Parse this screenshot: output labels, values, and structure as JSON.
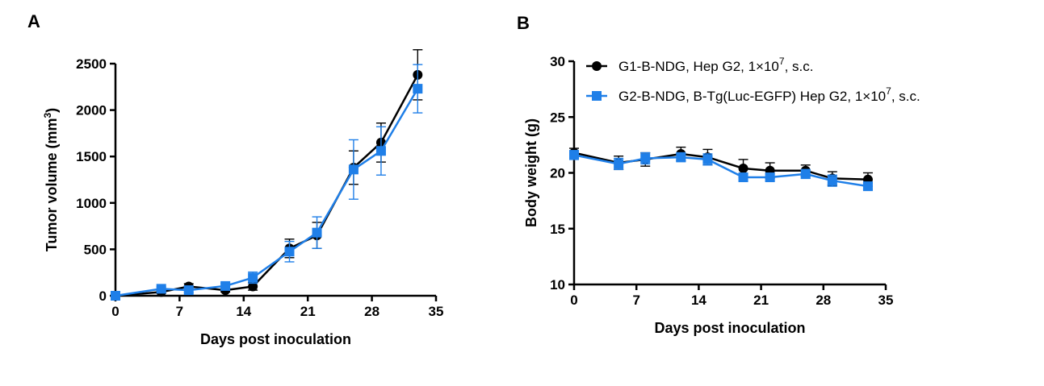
{
  "panel_labels": {
    "a": "A",
    "b": "B"
  },
  "colors": {
    "g1": "#000000",
    "g2": "#1f7fe8"
  },
  "legend": {
    "g1": {
      "prefix": "G1-B-NDG, Hep G2, 1×10",
      "exponent": "7",
      "suffix": ", s.c."
    },
    "g2": {
      "prefix": "G2-B-NDG, B-Tg(Luc-EGFP) Hep G2, 1×10",
      "exponent": "7",
      "suffix": ", s.c."
    }
  },
  "chart_data": [
    {
      "type": "line",
      "panel": "A",
      "xlabel": "Days post inoculation",
      "ylabel": {
        "text": "Tumor volume (mm",
        "superscript": "3",
        "close": ")"
      },
      "xlim": [
        0,
        35
      ],
      "ylim": [
        0,
        2500
      ],
      "xticks": [
        0,
        7,
        14,
        21,
        28,
        35
      ],
      "yticks": [
        0,
        500,
        1000,
        1500,
        2000,
        2500
      ],
      "series": [
        {
          "key": "g1",
          "marker": "circle",
          "x": [
            0,
            5,
            8,
            12,
            15,
            19,
            22,
            26,
            29,
            33
          ],
          "y": [
            0,
            40,
            100,
            60,
            100,
            510,
            650,
            1380,
            1650,
            2380
          ],
          "err": [
            0,
            15,
            30,
            20,
            40,
            100,
            140,
            180,
            210,
            270
          ]
        },
        {
          "key": "g2",
          "marker": "square",
          "x": [
            0,
            5,
            8,
            12,
            15,
            19,
            22,
            26,
            29,
            33
          ],
          "y": [
            0,
            75,
            60,
            105,
            195,
            475,
            680,
            1360,
            1560,
            2230
          ],
          "err": [
            0,
            20,
            25,
            30,
            60,
            110,
            170,
            320,
            260,
            260
          ]
        }
      ]
    },
    {
      "type": "line",
      "panel": "B",
      "xlabel": "Days post inoculation",
      "ylabel": {
        "text": "Body weight (g)"
      },
      "xlim": [
        0,
        35
      ],
      "ylim": [
        10,
        30
      ],
      "xticks": [
        0,
        7,
        14,
        21,
        28,
        35
      ],
      "yticks": [
        10,
        15,
        20,
        25,
        30
      ],
      "series": [
        {
          "key": "g1",
          "marker": "circle",
          "x": [
            0,
            5,
            8,
            12,
            15,
            19,
            22,
            26,
            29,
            33
          ],
          "y": [
            21.8,
            20.9,
            21.2,
            21.7,
            21.4,
            20.4,
            20.2,
            20.2,
            19.5,
            19.4
          ],
          "err": [
            0.4,
            0.6,
            0.6,
            0.6,
            0.7,
            0.8,
            0.7,
            0.5,
            0.6,
            0.6
          ]
        },
        {
          "key": "g2",
          "marker": "square",
          "x": [
            0,
            5,
            8,
            12,
            15,
            19,
            22,
            26,
            29,
            33
          ],
          "y": [
            21.6,
            20.8,
            21.3,
            21.4,
            21.2,
            19.6,
            19.6,
            19.9,
            19.3,
            18.8
          ],
          "err": [
            0.4,
            0.5,
            0.5,
            0.4,
            0.5,
            0.3,
            0.3,
            0.4,
            0.5,
            0.3
          ]
        }
      ]
    }
  ]
}
